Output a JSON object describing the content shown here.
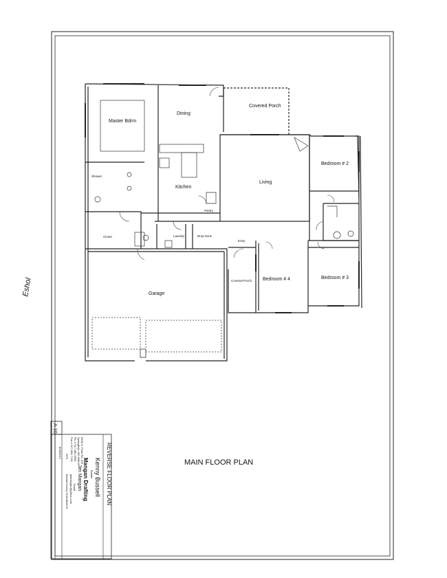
{
  "plan": {
    "title": "MAIN FLOOR PLAN",
    "rooms": {
      "master": "Master Bdrm",
      "dining": "Dining",
      "covered_porch": "Covered Porch",
      "bedroom2": "Bedroom # 2",
      "kitchen": "Kitchen",
      "living": "Living",
      "shower": "Shower",
      "closet": "Closet",
      "laundry": "Laundry",
      "drop_zone": "Drop Zone",
      "pantry": "Pantry",
      "entry": "Entry",
      "garage": "Garage",
      "covered_porch_small": "Covered Porch",
      "bedroom4": "Bedroom # 4",
      "bedroom3": "Bedroom # 3"
    }
  },
  "title_block": {
    "plan_type": "REVERSE FLOOR PLAN",
    "client": "Kenny Bussell",
    "client_role": "Builder",
    "company": "Mangan Drafting",
    "person": "Jim Mangan",
    "address1": "5646 S. Farm Rd. 215",
    "address2": "Springfield, MO 65804",
    "phone": "Ph. # 417-881-9956",
    "fax": "Fax # 417-881-7192",
    "email_label": "Email:",
    "email": "jimmangan@yahoo.com",
    "scale": "NTS",
    "file": "Bussell Kenny Cherrtfield 03",
    "date": "8/28/2013",
    "sheet": "A-10"
  },
  "handwriting": "Eshol"
}
